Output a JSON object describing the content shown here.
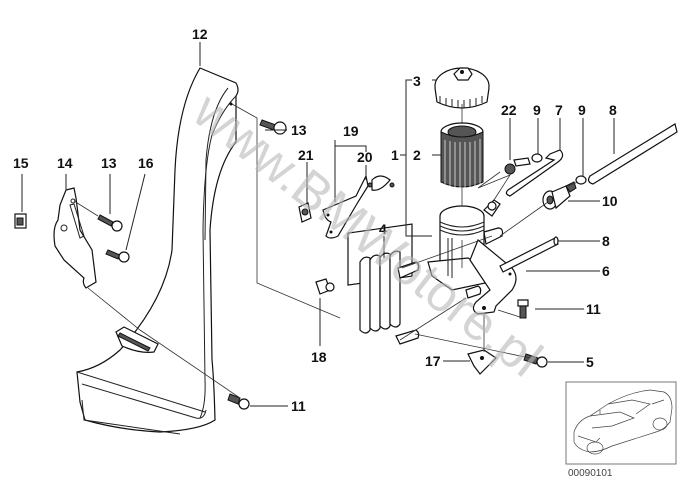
{
  "diagram": {
    "type": "exploded-parts-diagram",
    "subject": "Oil filter housing / oil cooler assembly with air duct",
    "watermark": "www.BMWotore.pl",
    "reference_code": "00090101",
    "callouts": [
      {
        "id": "c12",
        "label": "12",
        "part": "air-duct"
      },
      {
        "id": "c13a",
        "label": "13",
        "part": "screw"
      },
      {
        "id": "c13b",
        "label": "13",
        "part": "screw"
      },
      {
        "id": "c14",
        "label": "14",
        "part": "bracket"
      },
      {
        "id": "c15",
        "label": "15",
        "part": "clip-nut"
      },
      {
        "id": "c16",
        "label": "16",
        "part": "screw"
      },
      {
        "id": "c21",
        "label": "21",
        "part": "clip-nut"
      },
      {
        "id": "c19",
        "label": "19",
        "part": "bracket-set"
      },
      {
        "id": "c20",
        "label": "20",
        "part": "hose-clamp"
      },
      {
        "id": "c1",
        "label": "1",
        "part": "oil-filter-housing-assembly"
      },
      {
        "id": "c2",
        "label": "2",
        "part": "filter-element"
      },
      {
        "id": "c3",
        "label": "3",
        "part": "filter-cover"
      },
      {
        "id": "c22",
        "label": "22",
        "part": "fitting"
      },
      {
        "id": "c9a",
        "label": "9",
        "part": "hose-clamp"
      },
      {
        "id": "c7",
        "label": "7",
        "part": "hose"
      },
      {
        "id": "c9b",
        "label": "9",
        "part": "hose-clamp"
      },
      {
        "id": "c8a",
        "label": "8",
        "part": "pipe"
      },
      {
        "id": "c10",
        "label": "10",
        "part": "connector"
      },
      {
        "id": "c8b",
        "label": "8",
        "part": "pipe"
      },
      {
        "id": "c4",
        "label": "4",
        "part": "oil-cooler"
      },
      {
        "id": "c6",
        "label": "6",
        "part": "holder"
      },
      {
        "id": "c11a",
        "label": "11",
        "part": "bolt"
      },
      {
        "id": "c18",
        "label": "18",
        "part": "grommet"
      },
      {
        "id": "c17",
        "label": "17",
        "part": "clip"
      },
      {
        "id": "c5",
        "label": "5",
        "part": "bolt"
      },
      {
        "id": "c11b",
        "label": "11",
        "part": "bolt"
      }
    ]
  }
}
